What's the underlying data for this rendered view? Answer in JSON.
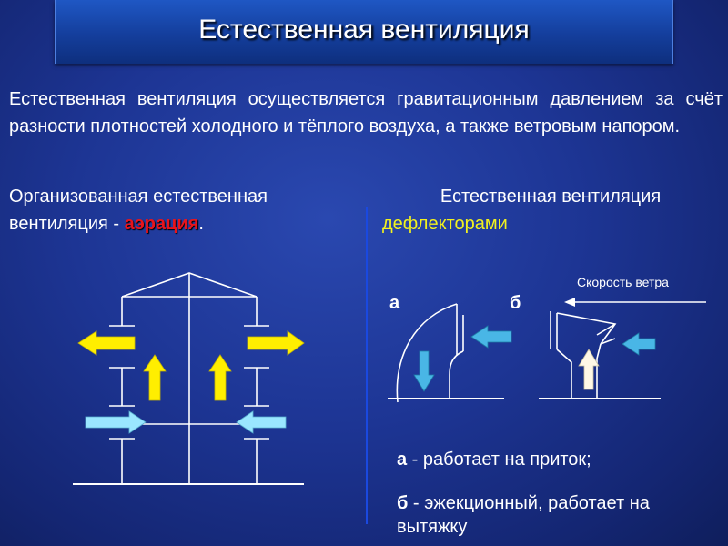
{
  "title": "Естественная вентиляция",
  "intro": "Естественная вентиляция осуществляется гравитационным давлением за счёт разности плотностей холодного и тёплого воздуха, а также ветровым напором.",
  "left_heading": {
    "prefix": "Организованная естественная вентиляция - ",
    "highlight": "аэрация",
    "suffix": "."
  },
  "right_heading": {
    "line1": "Естественная вентиляция",
    "highlight": "дефлекторами"
  },
  "diagram_labels": {
    "a": "а",
    "b": "б",
    "wind": "Скорость ветра"
  },
  "captions": {
    "a_key": "а",
    "a_text": " - работает на приток;",
    "b_key": "б",
    "b_text": " - эжекционный, работает на вытяжку"
  },
  "colors": {
    "warm_arrow": "#ffee00",
    "cold_arrow": "#9ae6ff",
    "deflector_arrow": "#49b6e6",
    "highlight_red": "#e8141c",
    "highlight_yellow": "#f2f21e"
  },
  "icons": [
    "yellow-arrow-icon",
    "light-blue-arrow-icon",
    "blue-arrow-icon",
    "white-arrow-icon"
  ]
}
